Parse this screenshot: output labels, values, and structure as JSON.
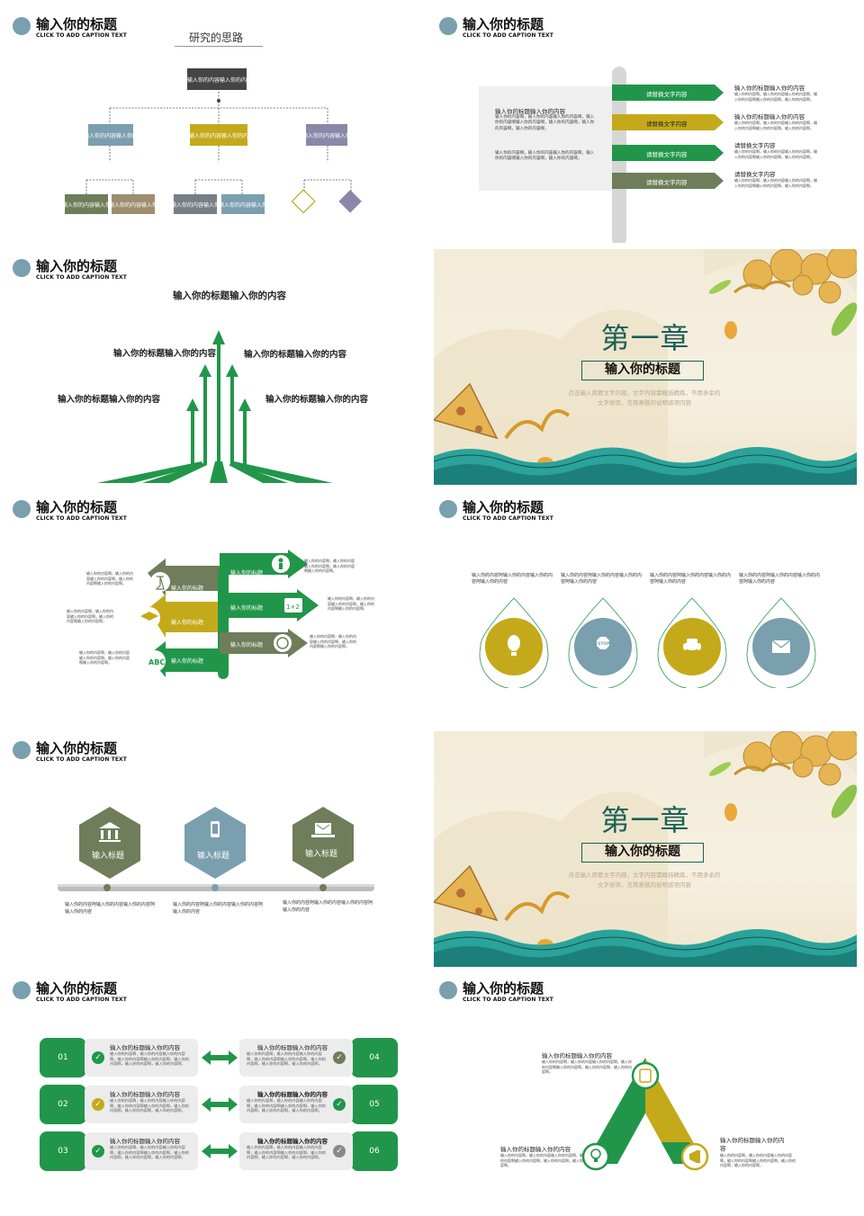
{
  "header": {
    "title": "输入你的标题",
    "subtitle": "CLICK TO ADD CAPTION TEXT"
  },
  "slide1": {
    "heading": "研究的思路",
    "root": "输入你的内容输入你的内",
    "level1": [
      "输入你的内容输入你的",
      "输入你的内容输入你的内",
      "输入你的内容输入你"
    ],
    "level2": [
      "输入你的内容输入你",
      "输入你的内容输入你",
      "输入你的内容输入你",
      "输入你的内容输入你"
    ]
  },
  "slide2": {
    "panel_title": "输入你的标题输入你的内容",
    "panel_text_1": "输入你的内容啊，输入你的内容输入你的内容啊，输入你的内容啊输入你的内容啊，输入你的内容啊，输入你的内容啊，输入你的内容啊，",
    "panel_text_2": "输入你的内容啊，输入你的内容输入你的内容啊，输入你的内容啊输入你的内容啊，输入你的内容啊，",
    "arrows": [
      "请替换文字内容",
      "请替换文字内容",
      "请替换文字内容",
      "请替换文字内容"
    ],
    "right_titles": [
      "输入你的标题输入你的内容",
      "输入你的标题输入你的内容",
      "请替换文字内容",
      "请替换文字内容"
    ],
    "right_text": "输入你的内容啊，输入你的内容输入你的内容啊，输入你的内容啊输入你的内容啊，输入你的内容啊，"
  },
  "slide3": {
    "top": "输入你的标题输入你的内容",
    "labels": [
      "输入你的标题输入你的内容",
      "输入你的标题输入你的内容",
      "输入你的标题输入你的内容",
      "输入你的标题输入你的内容"
    ]
  },
  "chapter": {
    "title": "第一章",
    "subtitle": "输入你的标题",
    "desc_1": "点击输入简要文字内容，文字内容需概括精炼，不用多余的",
    "desc_2": "文字修饰，言简意赅的说明该项内容"
  },
  "slide5": {
    "left_items": [
      "输入你的标题",
      "输入你的标题",
      "输入你的标题"
    ],
    "right_items": [
      "输入你的标题",
      "输入你的标题",
      "输入你的标题"
    ],
    "text": "输入你的内容啊，输入你的内容输入你的内容啊，输入你的内容啊输入你的内容啊，"
  },
  "slide6": {
    "items": [
      {
        "text": "输入你的内容阿输入你的内容输入你的内容阿输入你的内容",
        "color": "#c4aa1a",
        "icon": "balloon-icon"
      },
      {
        "text": "输入你的内容阿输入你的内容输入你的内容阿输入你的内容",
        "color": "#7a9fae",
        "icon": "stop-sign-icon",
        "badge": "STOP"
      },
      {
        "text": "输入你的内容阿输入你的内容输入你的内容阿输入你的内容",
        "color": "#c4aa1a",
        "icon": "car-icon"
      },
      {
        "text": "输入你的内容阿输入你的内容输入你的内容阿输入你的内容",
        "color": "#7a9fae",
        "icon": "mail-icon"
      }
    ]
  },
  "slide7": {
    "items": [
      {
        "label": "输入标题",
        "color": "#6f7d5a",
        "icon": "bank-icon"
      },
      {
        "label": "输入标题",
        "color": "#7a9fae",
        "icon": "phone-hand-icon"
      },
      {
        "label": "输入标题",
        "color": "#6f7d5a",
        "icon": "laptop-mail-icon"
      }
    ],
    "texts": [
      "输入你的内容阿输入你的内容输入你的内容阿输入你的内容",
      "输入你的内容阿输入你的内容输入你的内容阿输入你的内容",
      "输入你的内容阿输入你的内容输入你的内容阿输入你的内容"
    ]
  },
  "slide9": {
    "numbers_left": [
      "01",
      "02",
      "03"
    ],
    "numbers_right": [
      "04",
      "05",
      "06"
    ],
    "card_title": "输入你的标题输入你的内容",
    "card_text": "输入你的内容啊，输入你的内容输入你的内容啊，输入你的内容啊输入你的内容啊，输入你的内容啊，输入你的内容啊，输入你的内容啊，"
  },
  "slide10": {
    "title_top": "输入你的标题输入你的内容",
    "title_left": "输入你的标题输入你的内容",
    "title_right": "输入你的标题输入你的内容",
    "text": "输入你的内容啊，输入你的内容输入你的内容啊，输入你的内容啊输入你的内容啊，输入你的内容啊，输入你的内容啊，"
  },
  "colors": {
    "green": "#21964a",
    "olive": "#6f7d5a",
    "mustard": "#c4aa1a",
    "slate": "#7a9fae",
    "purple": "#8a87a8",
    "teal": "#2aa39a"
  }
}
